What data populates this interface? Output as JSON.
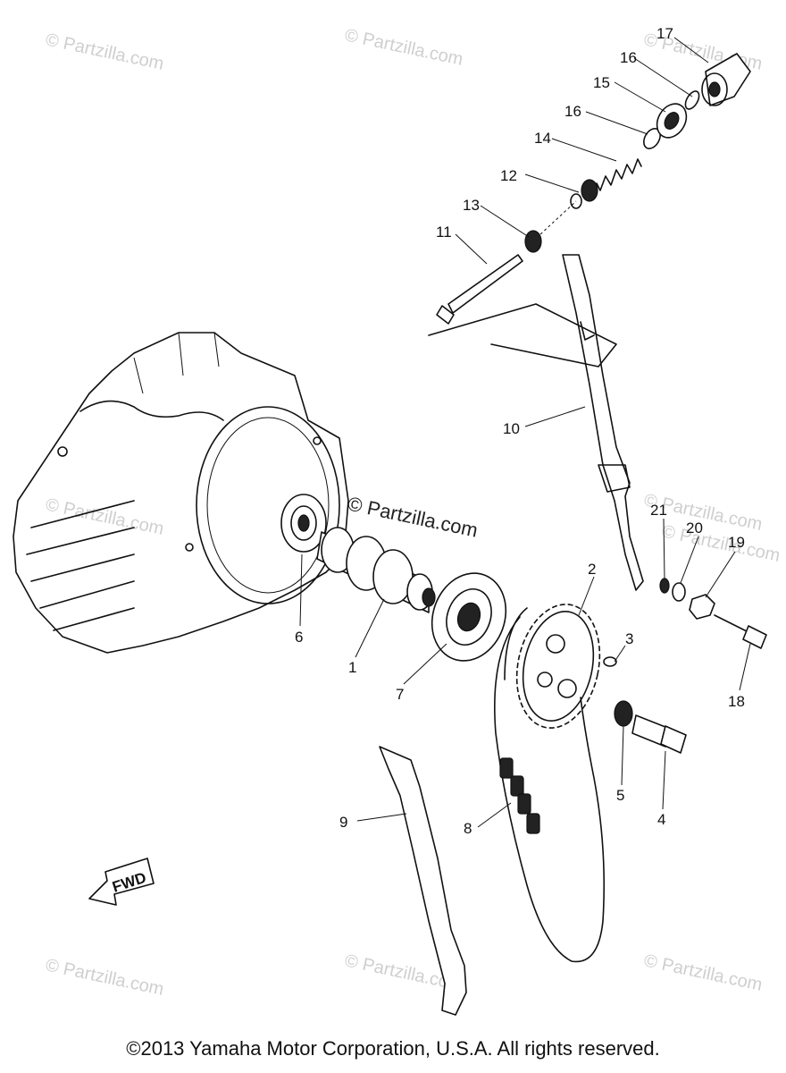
{
  "watermarks": [
    "© Partzilla.com",
    "© Partzilla.com",
    "© Partzilla.com",
    "© Partzilla.com",
    "© Partzilla.com",
    "© Partzilla.com",
    "© Partzilla.com",
    "© Partzilla.com",
    "© Partzilla.com"
  ],
  "center_watermark": "© Partzilla.com",
  "fwd_label": "FWD",
  "callouts": [
    "1",
    "2",
    "3",
    "4",
    "5",
    "6",
    "7",
    "8",
    "9",
    "10",
    "11",
    "12",
    "13",
    "14",
    "15",
    "16",
    "16",
    "17",
    "18",
    "19",
    "20",
    "21"
  ],
  "copyright": "©2013  Yamaha Motor Corporation, U.S.A. All rights reserved."
}
